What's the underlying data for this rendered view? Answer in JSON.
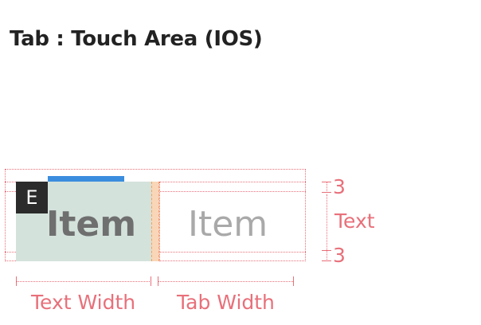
{
  "title": "Tab : Touch Area (IOS)",
  "tabs": [
    {
      "label": "Item",
      "selected": true
    },
    {
      "label": "Item",
      "selected": false
    }
  ],
  "badge": "E",
  "annotations": {
    "padding_top": "3",
    "text_label": "Text",
    "padding_bottom": "3",
    "text_width": "Text Width",
    "tab_width": "Tab Width"
  },
  "colors": {
    "annotation": "#e8707a",
    "indicator": "#3a8dde",
    "selected_bg": "#d4e2dc",
    "selected_text": "#6f6f6f",
    "unselected_text": "#a9a9a9",
    "badge_bg": "#2b2b2b"
  }
}
